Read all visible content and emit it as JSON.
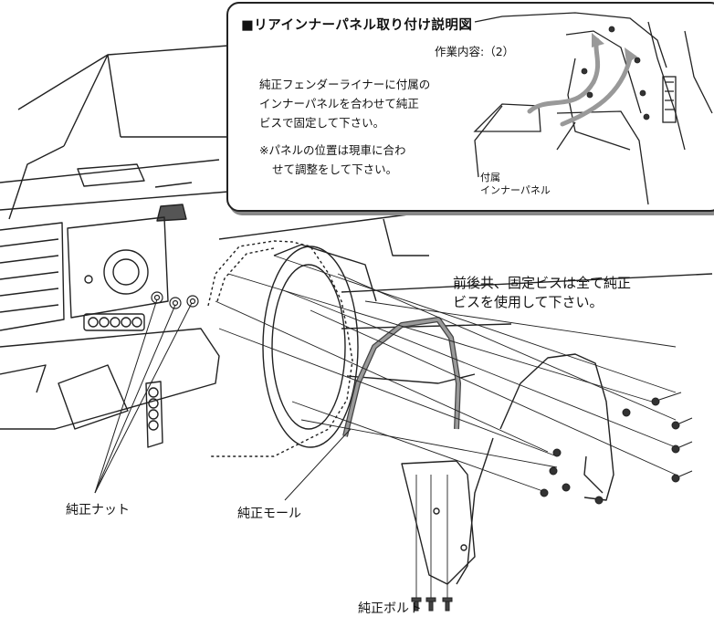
{
  "inset": {
    "title": "■リアインナーパネル取り付け説明図",
    "subtitle": "作業内容:（2）",
    "body_lines": [
      "純正フェンダーライナーに付属の",
      "インナーパネルを合わせて純正",
      "ビスで固定して下さい。"
    ],
    "note_line1": "※パネルの位置は現車に合わ",
    "note_line2": "せて調整をして下さい。",
    "part_label_line1": "付属",
    "part_label_line2": "インナーパネル"
  },
  "main": {
    "note_line1": "前後共、固定ビスは全て純正",
    "note_line2": "ビスを使用して下さい。",
    "label_nut": "純正ナット",
    "label_molding": "純正モール",
    "label_bolt": "純正ボルト"
  },
  "icons": [
    "screw-icon",
    "nut-icon",
    "bolt-icon",
    "arrow-icon"
  ]
}
